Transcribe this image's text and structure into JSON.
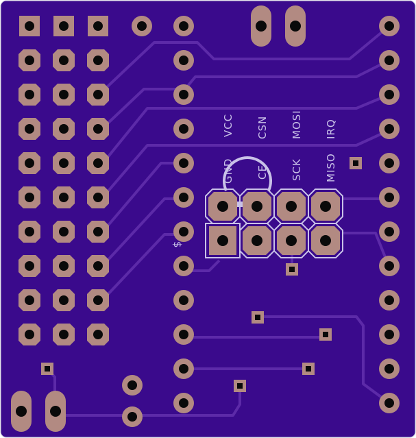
{
  "board": {
    "substrate_color": "#3a0a8c",
    "copper_trace_color": "#5c2aa8",
    "pad_color": "#b28a82",
    "hole_color": "#0a0a0a",
    "silk_color": "#c9c1e8",
    "outline_color": "#c8c8d8"
  },
  "header_labels": {
    "gnd": "GND",
    "vcc": "VCC",
    "ce": "CE",
    "csn": "CSN",
    "sck": "SCK",
    "mosi": "MOSI",
    "miso": "MISO",
    "irq": "IRQ"
  },
  "silk_marks": {
    "dollar": "$"
  }
}
